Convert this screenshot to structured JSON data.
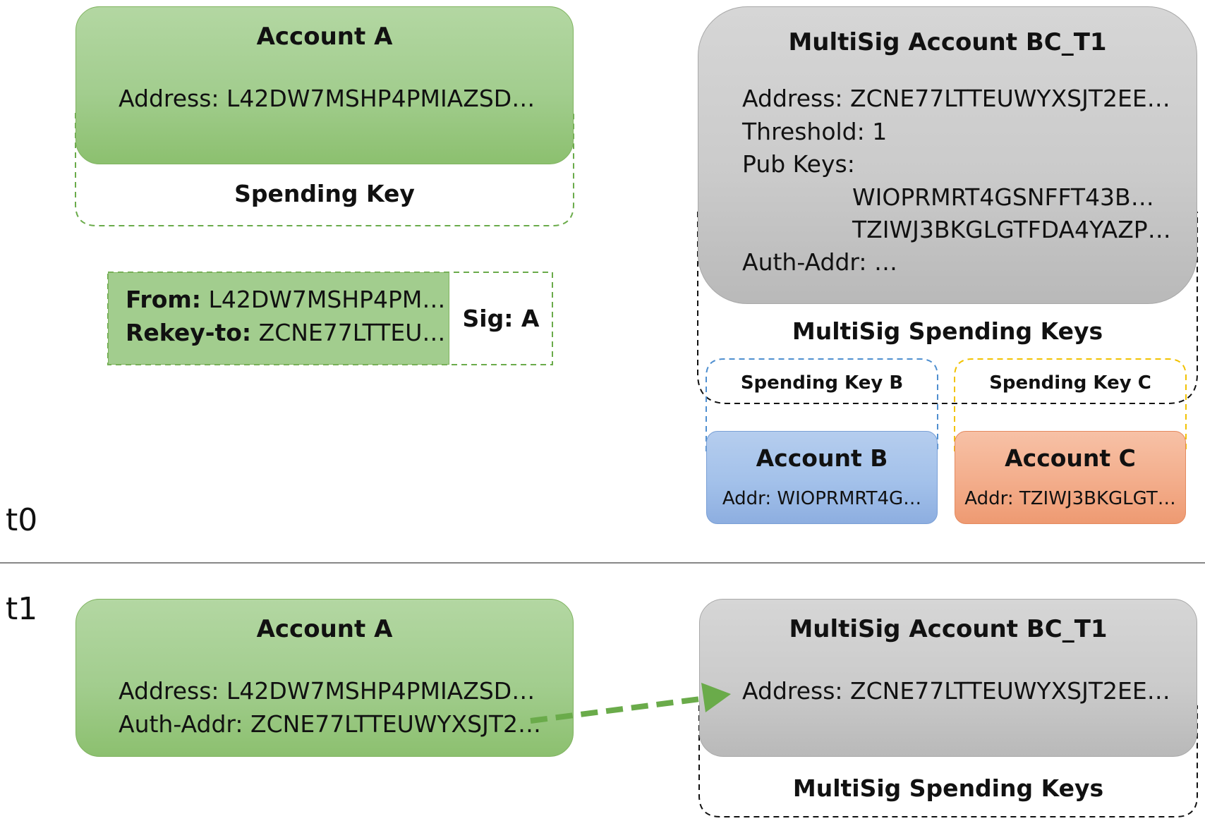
{
  "time_labels": {
    "t0": "t0",
    "t1": "t1"
  },
  "t0": {
    "account_a": {
      "title": "Account A",
      "address": "Address: L42DW7MSHP4PMIAZSD…",
      "key_label": "Spending Key"
    },
    "transaction": {
      "from_label": "From:",
      "from_value": "L42DW7MSHP4PM…",
      "rekey_label": "Rekey-to:",
      "rekey_value": "ZCNE77LTTEU…",
      "sig": "Sig: A"
    },
    "multisig": {
      "title": "MultiSig Account BC_T1",
      "address": "Address: ZCNE77LTTEUWYXSJT2EE…",
      "threshold": "Threshold: 1",
      "pub_keys_label": "Pub Keys:",
      "pub_keys": [
        "WIOPRMRT4GSNFFT43B…",
        "TZIWJ3BKGLGTFDA4YAZP…"
      ],
      "auth_addr": "Auth-Addr: …",
      "keys_label": "MultiSig Spending Keys"
    },
    "account_b": {
      "key_label": "Spending Key B",
      "title": "Account B",
      "addr": "Addr: WIOPRMRT4G…"
    },
    "account_c": {
      "key_label": "Spending Key C",
      "title": "Account C",
      "addr": "Addr: TZIWJ3BKGLGT…"
    }
  },
  "t1": {
    "account_a": {
      "title": "Account A",
      "address": "Address: L42DW7MSHP4PMIAZSD…",
      "auth_addr": "Auth-Addr: ZCNE77LTTEUWYXSJT2…"
    },
    "multisig": {
      "title": "MultiSig Account BC_T1",
      "address": "Address: ZCNE77LTTEUWYXSJT2EE…",
      "keys_label": "MultiSig Spending Keys"
    }
  },
  "colors": {
    "green": "#a2cd8e",
    "green_dash": "#6aab4a",
    "gray": "#cbcbcb",
    "blue": "#a3c1ea",
    "blue_dash": "#4f8fd0",
    "orange": "#f3ad8b",
    "yellow_dash": "#f2c200",
    "arrow": "#6aab4a",
    "divider": "#888888"
  }
}
